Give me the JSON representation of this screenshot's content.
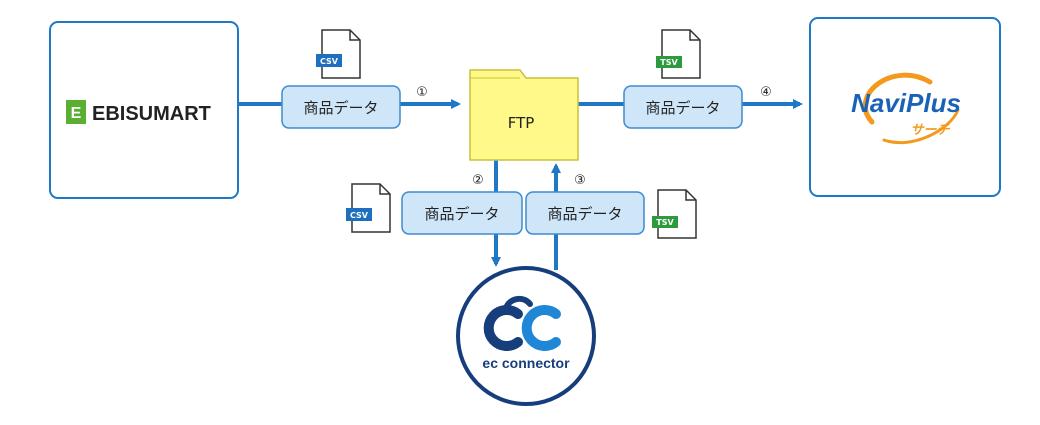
{
  "nodes": {
    "ebisumart": {
      "logo_letter": "E",
      "name": "EBISUMART"
    },
    "ftp": {
      "label": "FTP"
    },
    "naviplus": {
      "name": "NaviPlus",
      "sub": "サーチ"
    },
    "ecconnector": {
      "name": "ec connector"
    }
  },
  "flows": [
    {
      "step": "①",
      "label": "商品データ",
      "file": "CSV"
    },
    {
      "step": "②",
      "label": "商品データ",
      "file": "CSV"
    },
    {
      "step": "③",
      "label": "商品データ",
      "file": "TSV"
    },
    {
      "step": "④",
      "label": "商品データ",
      "file": "TSV"
    }
  ],
  "colors": {
    "arrow": "#1f78c4",
    "box_border": "#1f78c4",
    "label_fill": "#cfe6f8",
    "label_border": "#3f8ccf",
    "folder_fill": "#fff98a",
    "folder_border": "#c9c23a",
    "csv_badge": "#1f6fbf",
    "tsv_badge": "#2e9a3e",
    "ebisu_green": "#5aae32",
    "navi_blue": "#1a62b8",
    "navi_orange": "#f39a1e",
    "ec_dark": "#173e7c",
    "ec_light": "#1f87d6"
  }
}
